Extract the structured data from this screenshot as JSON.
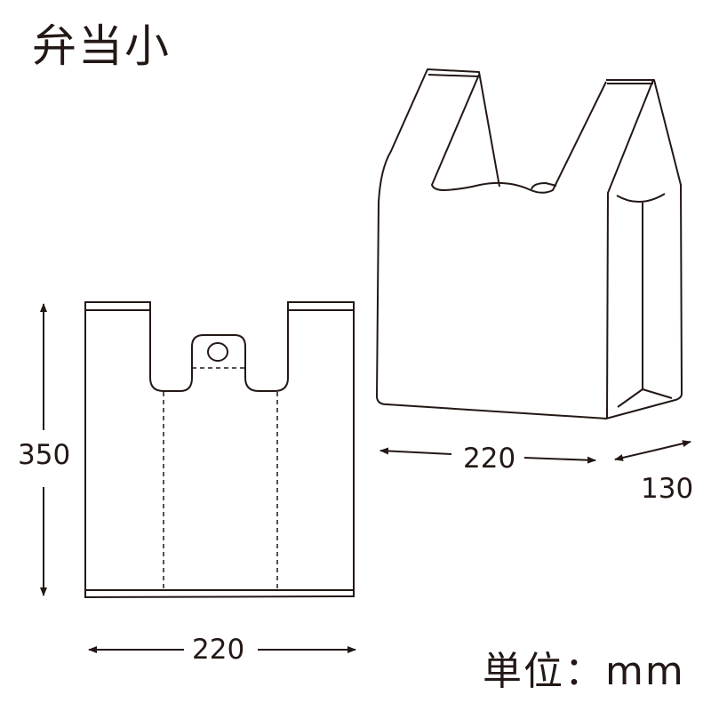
{
  "title": "弁当小",
  "unit_label": "単位：mm",
  "flat_view": {
    "height_label": "350",
    "width_label": "220"
  },
  "perspective_view": {
    "width_label": "220",
    "gusset_label": "130"
  },
  "colors": {
    "line": "#231815",
    "background": "#ffffff"
  }
}
